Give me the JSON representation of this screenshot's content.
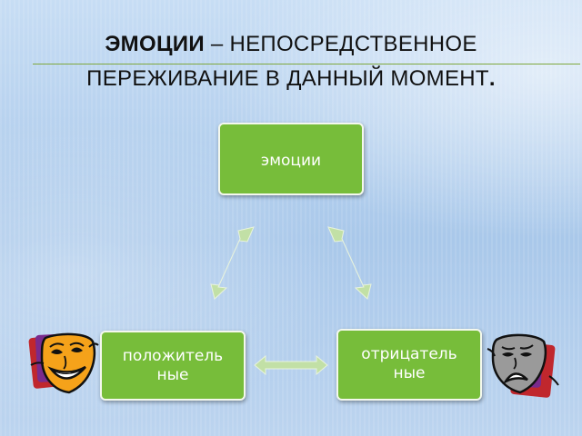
{
  "slide": {
    "title_bold": "ЭМОЦИИ",
    "title_rest_line1": " – НЕПОСРЕДСТВЕННОЕ",
    "title_line2": "ПЕРЕЖИВАНИЕ В ДАННЫЙ МОМЕНТ",
    "title_period": "."
  },
  "diagram": {
    "center_node": "эмоции",
    "left_node_line1": "положитель",
    "left_node_line2": "ные",
    "right_node_line1": "отрицатель",
    "right_node_line2": "ные"
  },
  "colors": {
    "node_fill": "#77bd3a",
    "arrow_fill": "#c2e0a6",
    "title_rule": "#7fa83e"
  },
  "icons": {
    "left": "comedy-mask-icon",
    "right": "tragedy-mask-icon"
  }
}
